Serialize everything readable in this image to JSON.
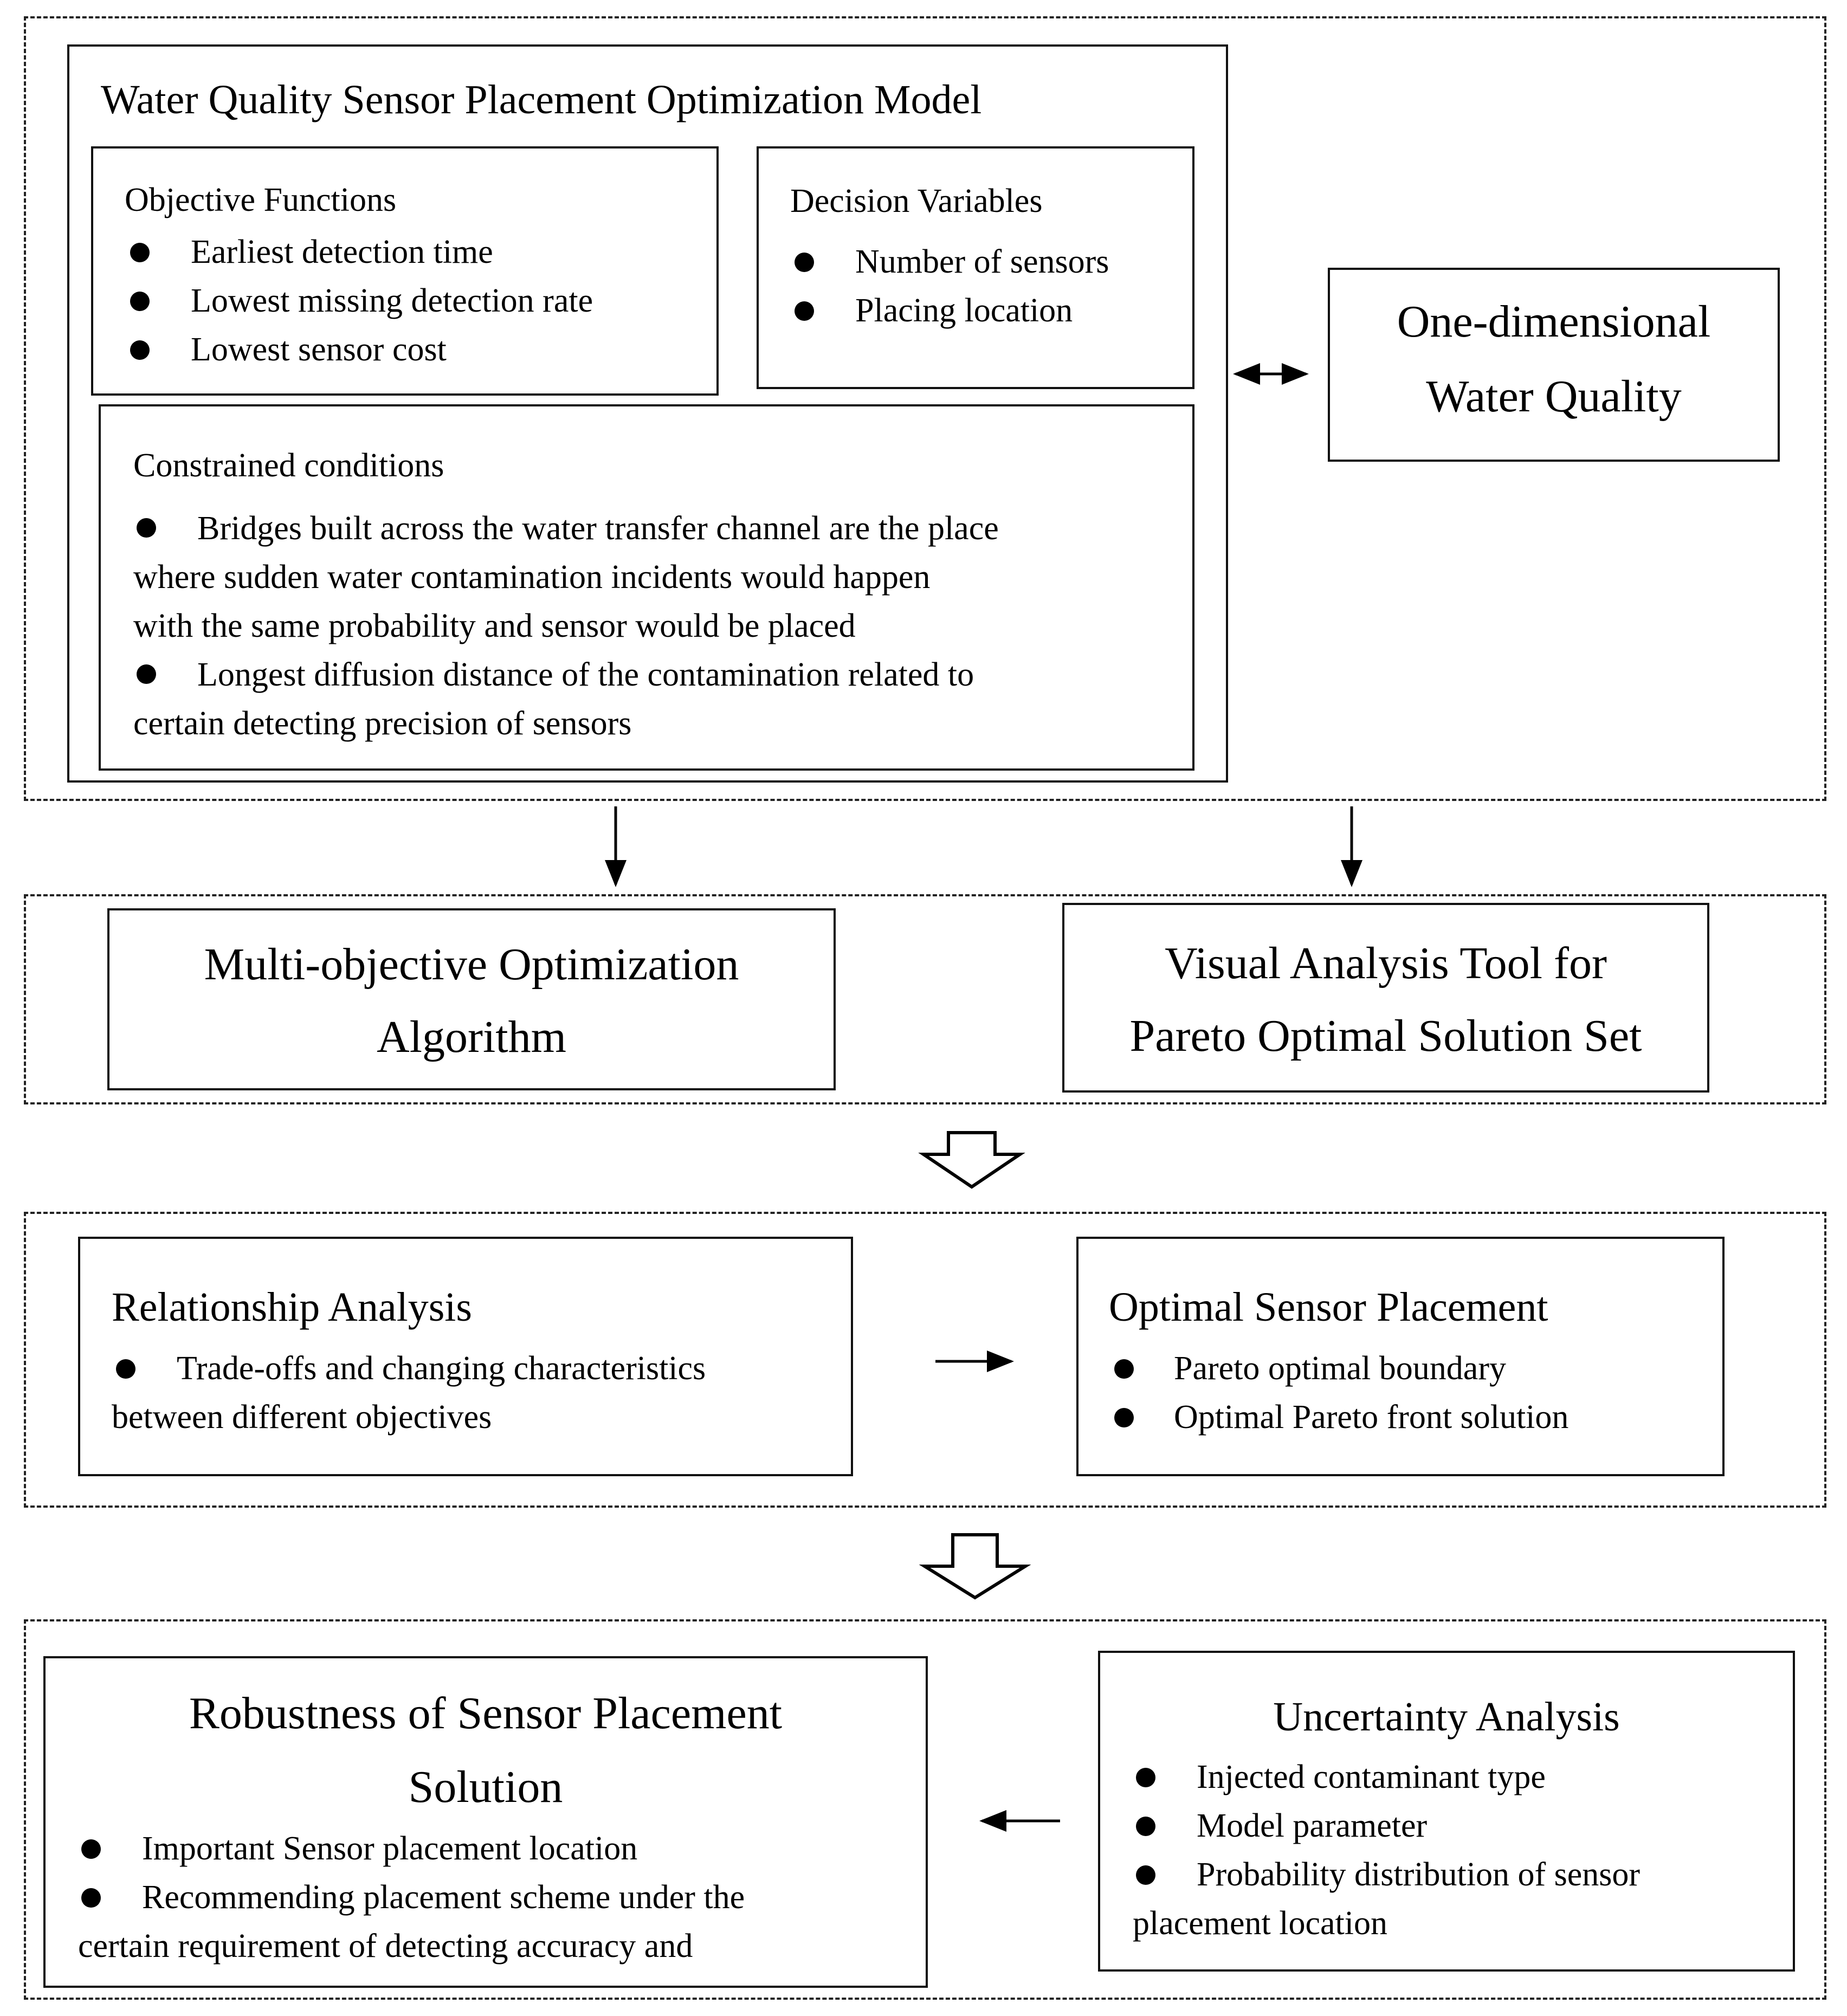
{
  "model": {
    "title": "Water Quality Sensor Placement Optimization Model",
    "objectives": {
      "heading": "Objective Functions",
      "items": [
        "Earliest detection time",
        "Lowest missing detection rate",
        "Lowest sensor cost"
      ]
    },
    "decision": {
      "heading": "Decision Variables",
      "items": [
        "Number of sensors",
        "Placing location"
      ]
    },
    "constraints": {
      "heading": "Constrained conditions",
      "item1": {
        "line1": "Bridges built across the water transfer channel are the place",
        "line2": "where sudden water contamination incidents would happen",
        "line3": "with the same probability and sensor would be placed"
      },
      "item2": {
        "line1": "Longest diffusion distance of the contamination related to",
        "line2": "certain detecting precision of sensors"
      }
    }
  },
  "water_quality": {
    "line1": "One-dimensional",
    "line2": "Water Quality"
  },
  "algorithm": {
    "line1": "Multi-objective Optimization",
    "line2": "Algorithm"
  },
  "visual_tool": {
    "line1": "Visual Analysis Tool for",
    "line2": "Pareto Optimal Solution Set"
  },
  "relationship": {
    "heading": "Relationship Analysis",
    "line1": "Trade-offs and changing characteristics",
    "line2": "between different objectives"
  },
  "optimal": {
    "heading": "Optimal Sensor Placement",
    "items": [
      "Pareto optimal boundary",
      "Optimal Pareto front solution"
    ]
  },
  "robustness": {
    "heading_line1": "Robustness of Sensor Placement",
    "heading_line2": "Solution",
    "item1": "Important Sensor placement location",
    "item2_line1": "Recommending placement scheme under the",
    "item2_line2": "certain requirement of detecting accuracy and"
  },
  "uncertainty": {
    "heading": "Uncertainty Analysis",
    "items": [
      "Injected contaminant type",
      "Model parameter",
      "Probability distribution of sensor"
    ],
    "item3_line2": "placement location"
  }
}
